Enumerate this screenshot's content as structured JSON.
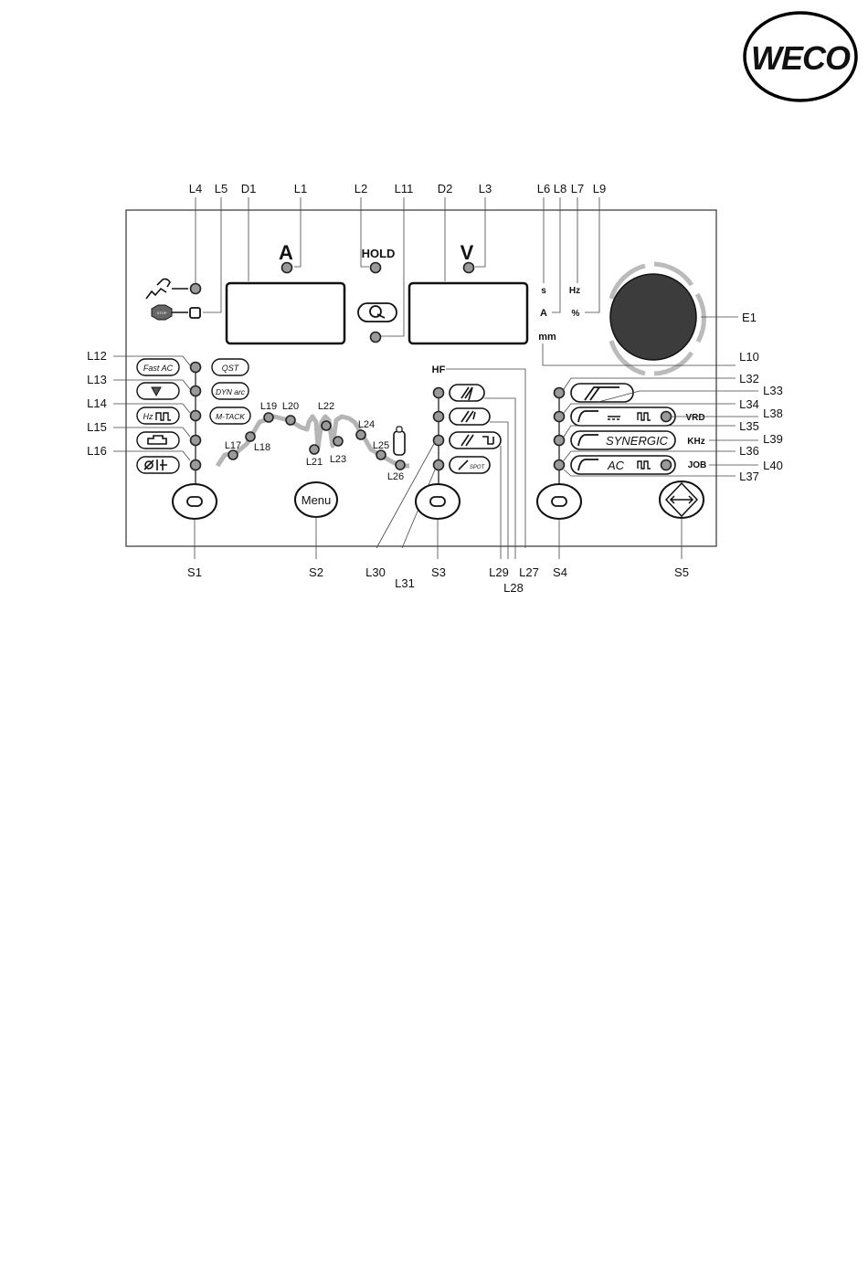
{
  "logo": {
    "text": "WECO"
  },
  "displays": {
    "amps_symbol": "A",
    "volts_symbol": "V",
    "hold": "HOLD"
  },
  "units": {
    "s": "s",
    "amp": "A",
    "mm": "mm",
    "hz": "Hz",
    "pct": "%"
  },
  "labels_top": [
    "L4",
    "L5",
    "D1",
    "L1",
    "L2",
    "L11",
    "D2",
    "L3",
    "L6",
    "L8",
    "L7",
    "L9"
  ],
  "labels_left": [
    "L12",
    "L13",
    "L14",
    "L15",
    "L16"
  ],
  "labels_right": [
    "L32",
    "L33",
    "L34",
    "L38",
    "L35",
    "L39",
    "L36",
    "L40",
    "L37"
  ],
  "label_e1": "E1",
  "label_l10": "L10",
  "curve_labels": [
    "L17",
    "L18",
    "L19",
    "L20",
    "L21",
    "L22",
    "L23",
    "L24",
    "L25",
    "L26"
  ],
  "bottom_labels": [
    "S1",
    "S2",
    "L30",
    "L31",
    "S3",
    "L29",
    "L27",
    "L28",
    "S4",
    "S5"
  ],
  "left_tags": [
    "Fast AC",
    "QST",
    "DYN arc",
    "Hz",
    "M-TACK"
  ],
  "mode_tags": {
    "hf": "HF",
    "spot": "SPOT"
  },
  "right_tags": [
    "SYNERGIC",
    "AC",
    "VRD",
    "KHz",
    "JOB"
  ],
  "stop_icon_text": "STOP",
  "menu_button": "Menu"
}
